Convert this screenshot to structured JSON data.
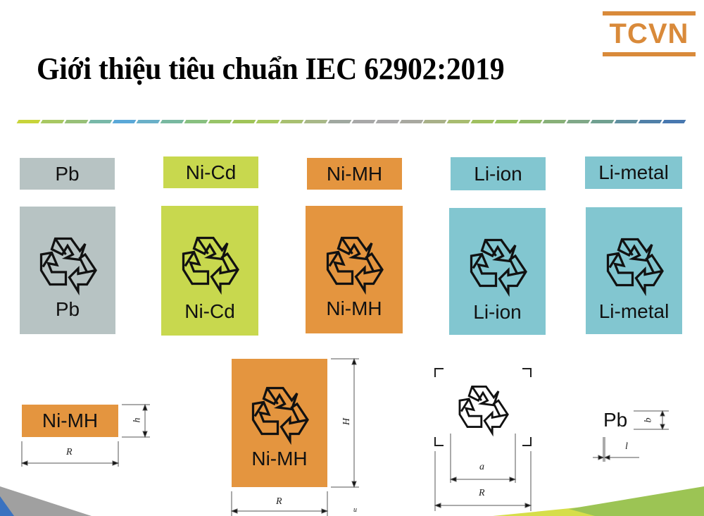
{
  "header": {
    "title": "Giới thiệu tiêu chuẩn IEC 62902:2019",
    "logo_text": "TCVN",
    "logo_color": "#d98a3a"
  },
  "divider_colors": [
    "#c8d43a",
    "#a8c862",
    "#98c078",
    "#78b8a8",
    "#5aa8d8",
    "#6ab0c8",
    "#78b8a0",
    "#88c080",
    "#98c468",
    "#a0c458",
    "#a8c860",
    "#a8c070",
    "#a8b888",
    "#a0a8a0",
    "#a8a8a8",
    "#a8a8a8",
    "#a8a8a0",
    "#a8b088",
    "#a8bc70",
    "#a0c060",
    "#98c060",
    "#90b868",
    "#88b078",
    "#80a888",
    "#70a090",
    "#6090a0",
    "#5080a8",
    "#4878b0"
  ],
  "batteries": [
    {
      "label": "Pb",
      "color": "#b7c3c3"
    },
    {
      "label": "Ni-Cd",
      "color": "#c8d84e"
    },
    {
      "label": "Ni-MH",
      "color": "#e4953f"
    },
    {
      "label": "Li-ion",
      "color": "#82c6d0"
    },
    {
      "label": "Li-metal",
      "color": "#82c6d0"
    }
  ],
  "dimension_diagrams": {
    "small_label": {
      "text": "Ni-MH",
      "height_symbol": "h",
      "width_symbol": "R"
    },
    "tall_label": {
      "text": "Ni-MH",
      "height_symbol": "H",
      "width_symbol": "R",
      "extra_symbol": "u"
    },
    "symbol": {
      "inner_symbol": "a",
      "outer_symbol": "R"
    },
    "text_label": {
      "text": "Pb",
      "height_symbol": "b",
      "spacing_symbol": "l"
    }
  },
  "icons": {
    "recycle": "recycle-icon"
  }
}
